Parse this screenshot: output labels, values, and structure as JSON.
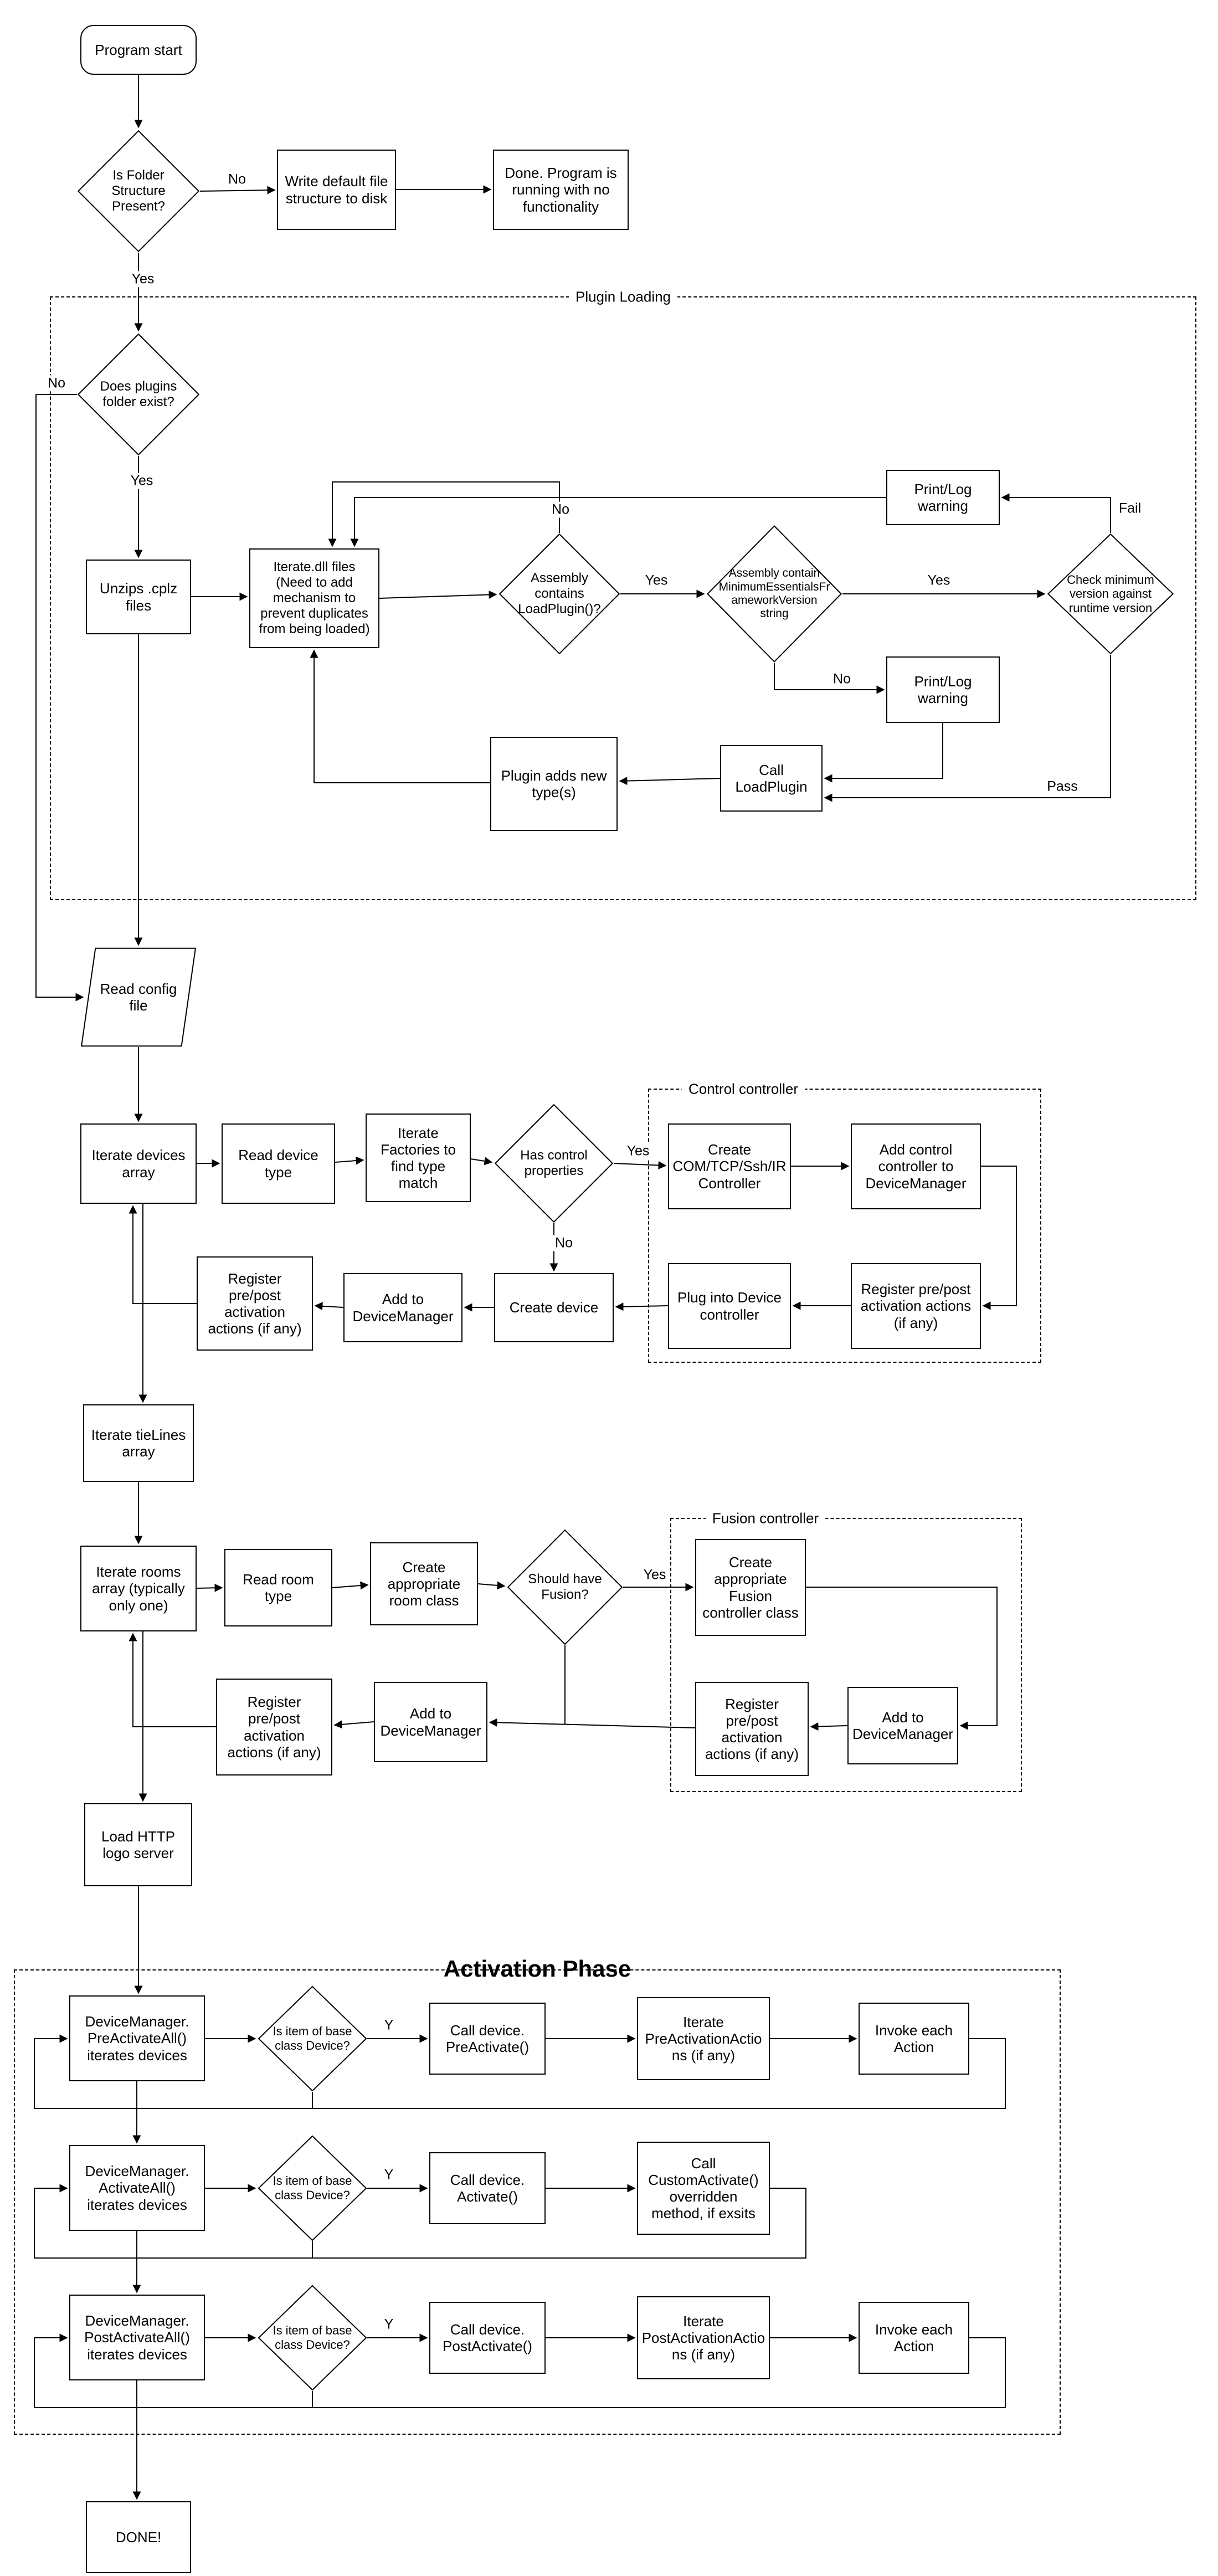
{
  "diagram": {
    "nodes": {
      "program_start": "Program start",
      "folder_check": "Is Folder Structure Present?",
      "write_default": "Write default file structure to disk",
      "done_no_functionality": "Done.  Program is running with no functionality",
      "plugins_folder_exist": "Does plugins folder exist?",
      "unzip_cplz": "Unzips .cplz files",
      "iterate_dll": "Iterate.dll files (Need to add mechanism to prevent duplicates from being loaded)",
      "assembly_loadplugin": "Assembly contains LoadPlugin()?",
      "assembly_min_version": "Assembly contain MinimumEssentialsFrameworkVersion string",
      "check_min_version": "Check minimum version against runtime version",
      "warn_fail": "Print/Log warning",
      "warn_no_string": "Print/Log warning",
      "call_loadplugin": "Call LoadPlugin",
      "plugin_adds_types": "Plugin adds new type(s)",
      "read_config": "Read config file",
      "iterate_devices": "Iterate devices array",
      "read_device_type": "Read device type",
      "iterate_factories": "Iterate Factories to find type match",
      "has_control_props": "Has control properties",
      "create_controller": "Create COM/TCP/Ssh/IR Controller",
      "add_control_controller": "Add control controller to DeviceManager",
      "register_control_actions": "Register pre/post activation actions (if any)",
      "plug_into_device": "Plug into Device controller",
      "create_device": "Create device",
      "add_device_dm": "Add to DeviceManager",
      "register_device_actions": "Register pre/post activation actions (if any)",
      "iterate_tielines": "Iterate tieLines array",
      "iterate_rooms": "Iterate rooms array (typically only one)",
      "read_room_type": "Read room type",
      "create_room_class": "Create appropriate room class",
      "should_have_fusion": "Should have Fusion?",
      "create_fusion_controller": "Create appropriate Fusion controller class",
      "register_fusion_actions": "Register pre/post activation actions (if any)",
      "add_fusion_dm": "Add to DeviceManager",
      "register_room_actions": "Register pre/post activation actions (if any)",
      "add_room_dm": "Add to DeviceManager",
      "load_http_logo": "Load HTTP logo server",
      "dm_preactivate": "DeviceManager. PreActivateAll() iterates devices",
      "is_base_device_1": "Is item of base class Device?",
      "call_preactivate": "Call device. PreActivate()",
      "iterate_preactions": "Iterate PreActivationActions (if any)",
      "invoke_action_1": "Invoke each Action",
      "dm_activate": "DeviceManager. ActivateAll() iterates devices",
      "is_base_device_2": "Is item of base class Device?",
      "call_activate": "Call device. Activate()",
      "call_custom_activate": "Call CustomActivate() overridden method, if exsits",
      "dm_postactivate": "DeviceManager. PostActivateAll() iterates devices",
      "is_base_device_3": "Is item of base class Device?",
      "call_postactivate": "Call device. PostActivate()",
      "iterate_postactions": "Iterate PostActivationActions (if any)",
      "invoke_action_3": "Invoke each Action",
      "done": "DONE!"
    },
    "containers": {
      "plugin_loading": "Plugin Loading",
      "control_controller": "Control controller",
      "fusion_controller": "Fusion controller",
      "activation_phase": "Activation Phase"
    },
    "edge_labels": {
      "folder_no": "No",
      "folder_yes": "Yes",
      "plugins_no": "No",
      "plugins_yes": "Yes",
      "asm_no": "No",
      "asm_yes": "Yes",
      "minver_yes": "Yes",
      "minver_no": "No",
      "check_fail": "Fail",
      "check_pass": "Pass",
      "control_yes": "Yes",
      "control_no": "No",
      "fusion_yes": "Yes",
      "base1_y": "Y",
      "base2_y": "Y",
      "base3_y": "Y"
    }
  }
}
